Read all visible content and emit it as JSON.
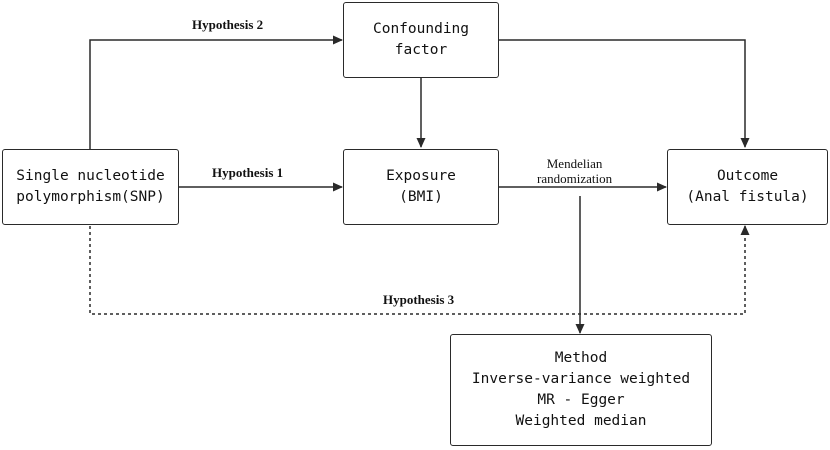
{
  "nodes": {
    "snp": {
      "line1": "Single nucleotide",
      "line2": "polymorphism(SNP)"
    },
    "confounder": {
      "line1": "Confounding",
      "line2": "factor"
    },
    "exposure": {
      "line1": "Exposure",
      "line2": "(BMI)"
    },
    "outcome": {
      "line1": "Outcome",
      "line2": "(Anal fistula)"
    },
    "method": {
      "title": "Method",
      "items": [
        "Inverse-variance weighted",
        "MR - Egger",
        "Weighted median"
      ]
    }
  },
  "edges": {
    "hypothesis1": "Hypothesis 1",
    "hypothesis2": "Hypothesis 2",
    "hypothesis3": "Hypothesis 3",
    "mendelian_line1": "Mendelian",
    "mendelian_line2": "randomization"
  },
  "colors": {
    "line": "#2a2a2a",
    "background": "#ffffff"
  }
}
